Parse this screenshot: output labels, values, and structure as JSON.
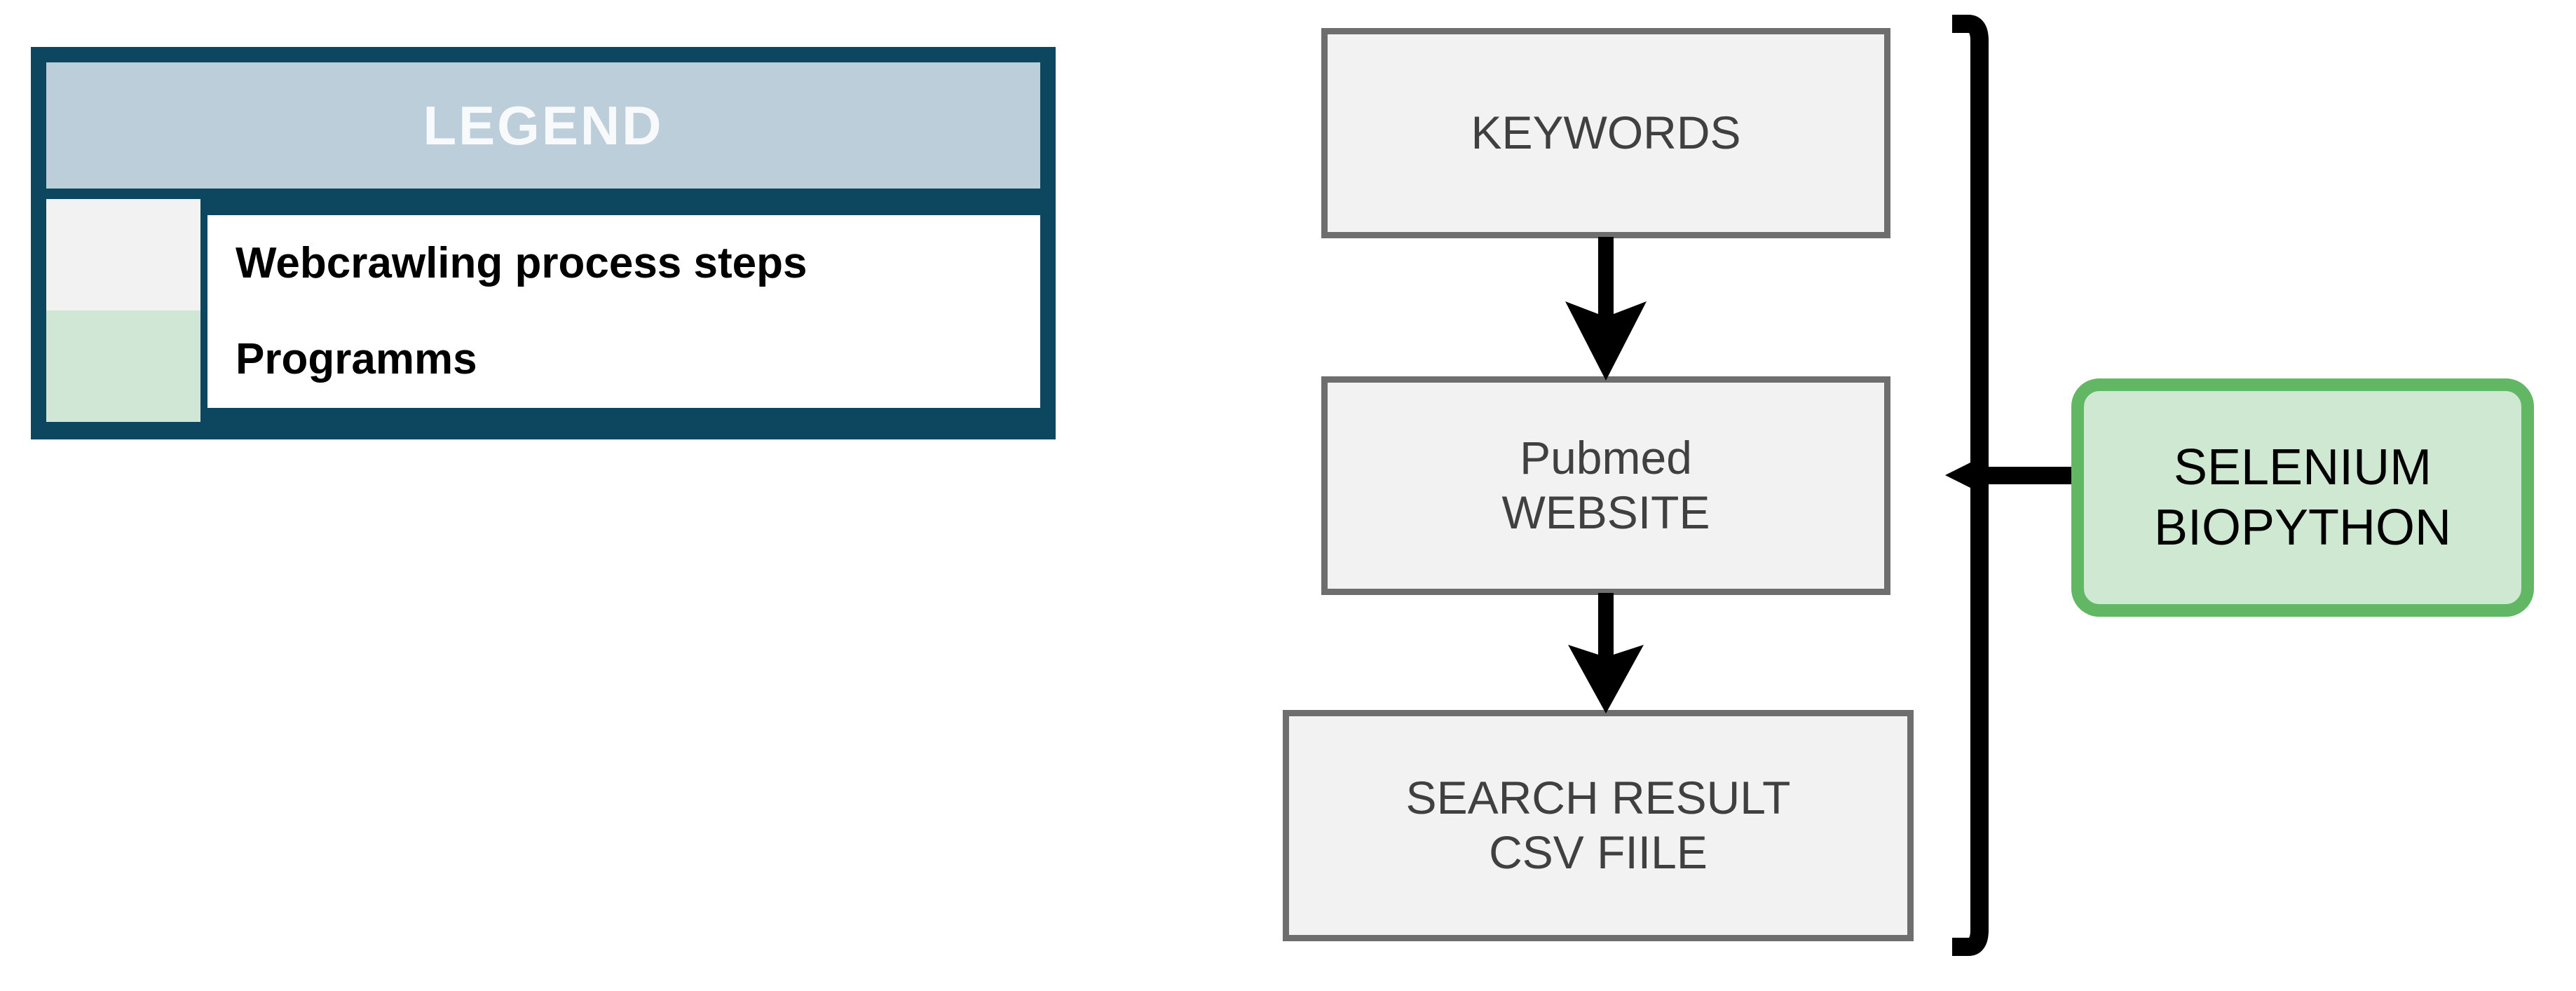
{
  "legend": {
    "title": "LEGEND",
    "items": [
      {
        "label": "Webcrawling process steps",
        "swatch_color": "#f2f2f2",
        "swatch_name": "process-swatch"
      },
      {
        "label": "Programms",
        "swatch_color": "#cfe7d4",
        "swatch_name": "programs-swatch"
      }
    ],
    "colors": {
      "frame": "#0d465f",
      "header_bg": "#bdcedb",
      "header_text": "#f7f9fb",
      "panel_bg": "#ffffff"
    }
  },
  "flowchart": {
    "nodes": [
      {
        "id": "keywords",
        "label": "KEYWORDS",
        "fill": "#f2f2f2",
        "stroke": "#6e6e6e"
      },
      {
        "id": "pubmed",
        "label": "Pubmed\nWEBSITE",
        "fill": "#f2f2f2",
        "stroke": "#6e6e6e"
      },
      {
        "id": "csv",
        "label": "SEARCH RESULT\nCSV FIILE",
        "fill": "#f2f2f2",
        "stroke": "#6e6e6e"
      }
    ],
    "connectors": [
      {
        "id": "arrow-1",
        "from": "keywords",
        "to": "pubmed",
        "direction": "down",
        "color": "#000000"
      },
      {
        "id": "arrow-2",
        "from": "pubmed",
        "to": "csv",
        "direction": "down",
        "color": "#000000"
      }
    ],
    "group_bracket": {
      "id": "group-bracket",
      "orientation": "right",
      "color": "#000000",
      "labels_node": "selenium"
    },
    "program_node": {
      "id": "selenium",
      "label": "SELENIUM\nBIOPYTHON",
      "fill": "#cfe8d2",
      "stroke": "#62b765"
    }
  }
}
